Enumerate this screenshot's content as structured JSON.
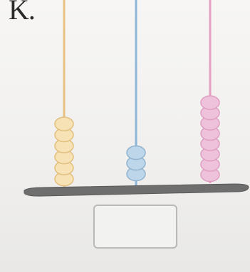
{
  "label": "K.",
  "colors": {
    "rod1": "#e8c283",
    "rod2": "#8fb6d6",
    "rod3": "#e4a2c3",
    "bead1": "#f6e2b5",
    "bead2": "#bdd6ea",
    "bead3": "#efc2dc",
    "base": "#6e6e6e"
  },
  "abacus": {
    "rods": [
      {
        "name": "orange",
        "beads": 6
      },
      {
        "name": "blue",
        "beads": 3
      },
      {
        "name": "pink",
        "beads": 8
      }
    ]
  },
  "answer_box": {
    "value": ""
  }
}
